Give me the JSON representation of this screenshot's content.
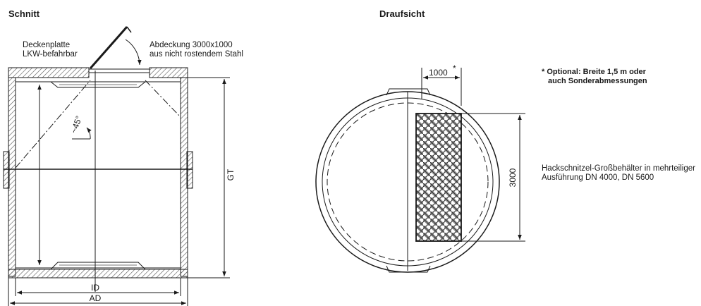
{
  "section": {
    "title": "Schnitt",
    "label_plate_line1": "Deckenplatte",
    "label_plate_line2": "LKW-befahrbar",
    "label_cover_line1": "Abdeckung 3000x1000",
    "label_cover_line2": "aus nicht rostendem Stahl",
    "angle": "~45°",
    "dim_height": "GT",
    "dim_inner": "ID",
    "dim_outer": "AD"
  },
  "top_view": {
    "title": "Draufsicht",
    "dim_width": "1000",
    "dim_width_star": "*",
    "dim_length": "3000",
    "optional_line1": "* Optional: Breite 1,5 m oder",
    "optional_line2": "auch Sonderabmessungen",
    "container_line1": "Hackschnitzel-Großbehälter in mehrteiliger",
    "container_line2": "Ausführung DN 4000, DN 5600"
  },
  "colors": {
    "line": "#1a1a1a",
    "hatch": "#555555"
  }
}
